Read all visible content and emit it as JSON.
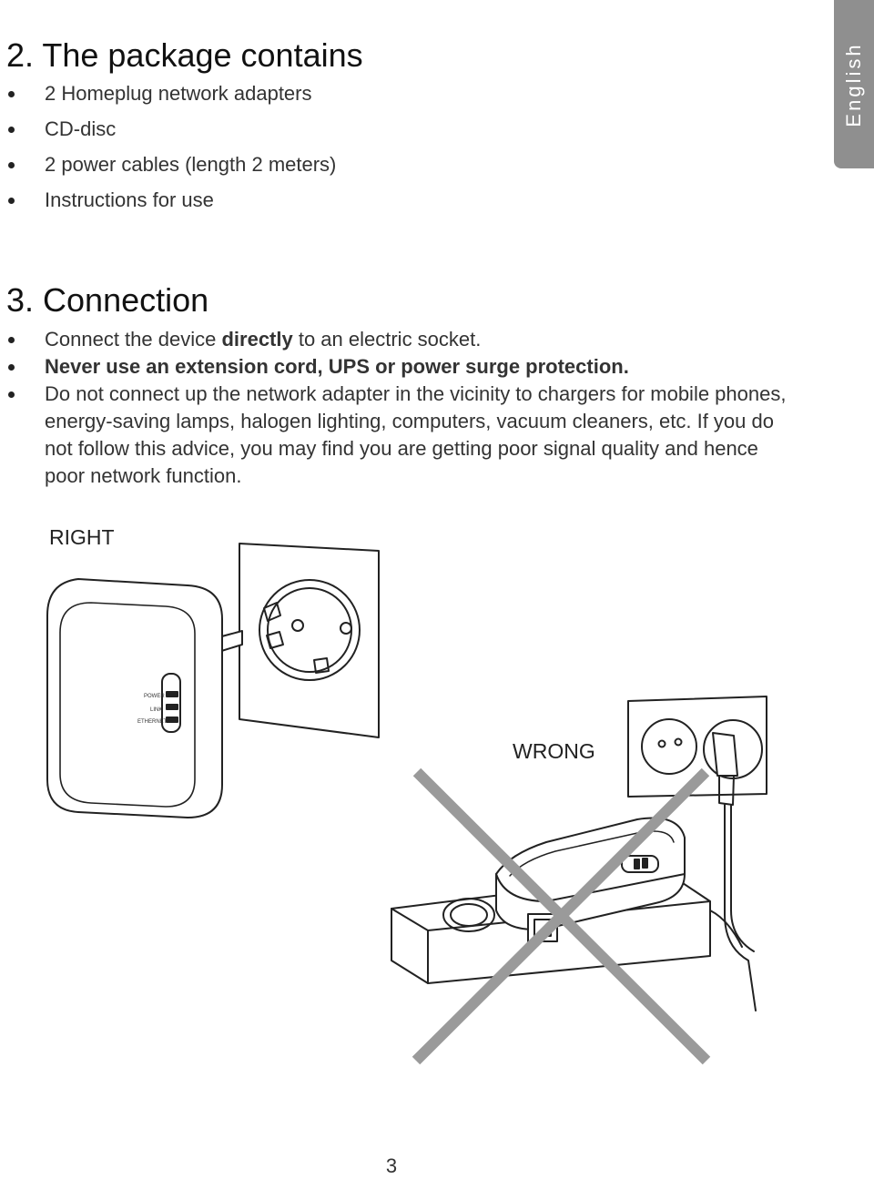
{
  "side_tab": {
    "language": "English"
  },
  "package_section": {
    "title": "2. The package contains",
    "items": [
      "2 Homeplug network adapters",
      "CD-disc",
      "2 power cables (length 2 meters)",
      "Instructions for use"
    ]
  },
  "connection_section": {
    "title": "3. Connection",
    "item1_before": "Connect the device ",
    "item1_bold": "directly",
    "item1_after": " to an electric socket.",
    "item2": "Never use an extension cord, UPS or power surge protection.",
    "item3": "Do not connect up the network adapter in the vicinity to chargers for mobile phones, energy-saving lamps, halogen lighting, computers, vacuum cleaners, etc. If you do not follow this advice, you may find you are getting poor signal quality and hence poor network function."
  },
  "illustration": {
    "right_label": "RIGHT",
    "wrong_label": "WRONG",
    "led_labels": {
      "power": "POWER",
      "link": "LINK",
      "ethernet": "ETHERNET"
    }
  },
  "page_number": "3"
}
